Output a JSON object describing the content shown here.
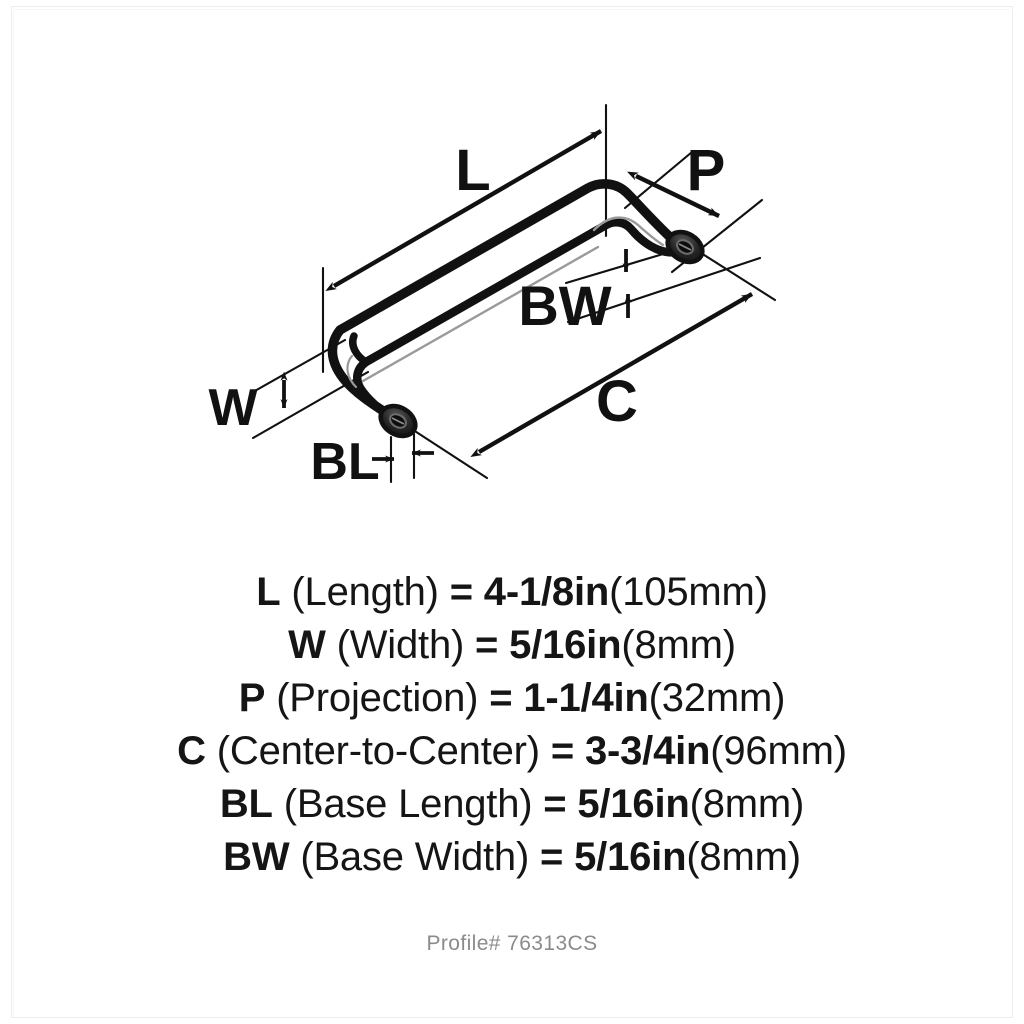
{
  "product": {
    "type": "cabinet-pull-handle",
    "profile_label": "Profile# 76313CS"
  },
  "diagram": {
    "callouts": {
      "length": "L",
      "width": "W",
      "projection": "P",
      "center_to_center": "C",
      "base_length": "BL",
      "base_width": "BW"
    },
    "colors": {
      "stroke": "#111111",
      "highlight": "#9a9a9a",
      "background": "#ffffff",
      "profile_text": "#8b8b8b"
    }
  },
  "specs": [
    {
      "symbol": "L",
      "name": "(Length)",
      "eq": " = ",
      "value": "4-1/8in",
      "metric": "(105mm)"
    },
    {
      "symbol": "W",
      "name": "(Width)",
      "eq": " = ",
      "value": "5/16in",
      "metric": "(8mm)"
    },
    {
      "symbol": "P",
      "name": "(Projection)",
      "eq": " = ",
      "value": "1-1/4in",
      "metric": "(32mm)"
    },
    {
      "symbol": "C",
      "name": "(Center-to-Center)",
      "eq": " = ",
      "value": "3-3/4in",
      "metric": "(96mm)"
    },
    {
      "symbol": "BL",
      "name": "(Base Length)",
      "eq": " = ",
      "value": "5/16in",
      "metric": "(8mm)"
    },
    {
      "symbol": "BW",
      "name": "(Base Width)",
      "eq": " = ",
      "value": "5/16in",
      "metric": "(8mm)"
    }
  ]
}
